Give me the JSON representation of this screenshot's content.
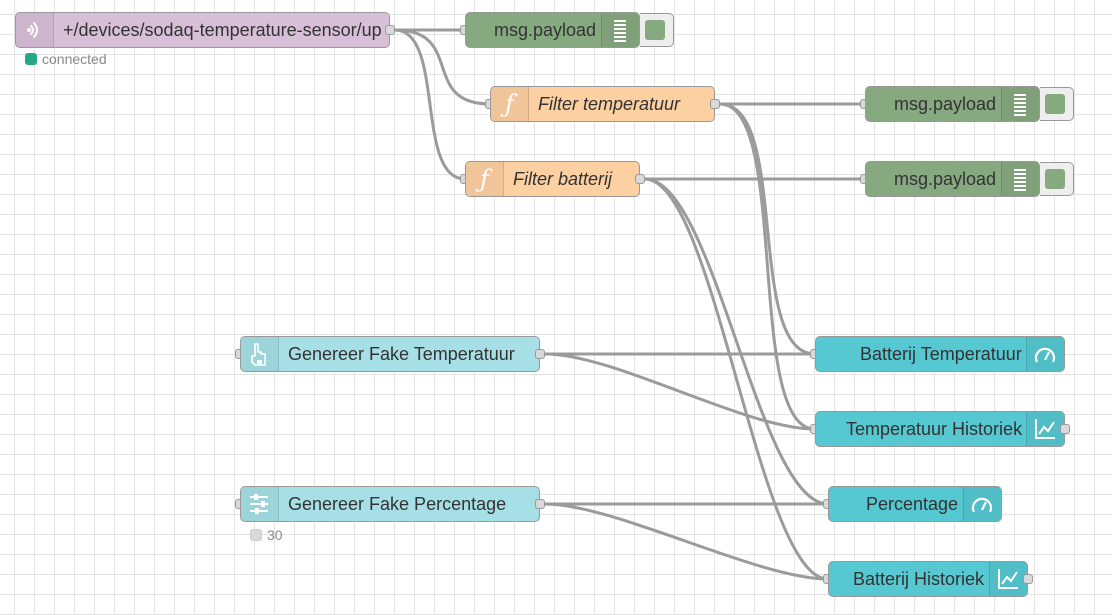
{
  "colors": {
    "mqtt_node": "#d8bfd8",
    "function_node": "#fdd0a2",
    "debug_node": "#87a980",
    "inject_node": "#a6e0e6",
    "dashboard_node": "#55c8d2",
    "status_connected": "#25a88a",
    "status_idle": "#d9d9d9",
    "wire": "#9b9b9b"
  },
  "nodes": {
    "mqtt_in": {
      "label": "+/devices/sodaq-temperature-sensor/up",
      "icon": "bridge-icon",
      "status": "connected"
    },
    "debug_1": {
      "label": "msg.payload",
      "icon": "list-icon"
    },
    "filter_temp": {
      "label": "Filter temperatuur",
      "icon": "function-icon"
    },
    "debug_2": {
      "label": "msg.payload",
      "icon": "list-icon"
    },
    "filter_batt": {
      "label": "Filter batterij",
      "icon": "function-icon"
    },
    "debug_3": {
      "label": "msg.payload",
      "icon": "list-icon"
    },
    "inject_temp": {
      "label": "Genereer Fake Temperatuur",
      "icon": "hand-pointer-icon"
    },
    "slider_pct": {
      "label": "Genereer Fake Percentage",
      "icon": "sliders-icon",
      "status": "30"
    },
    "gauge_batt_temp": {
      "label": "Batterij Temperatuur",
      "icon": "gauge-icon"
    },
    "chart_temp": {
      "label": "Temperatuur Historiek",
      "icon": "chart-icon"
    },
    "gauge_pct": {
      "label": "Percentage",
      "icon": "gauge-icon"
    },
    "chart_batt": {
      "label": "Batterij Historiek",
      "icon": "chart-icon"
    }
  }
}
